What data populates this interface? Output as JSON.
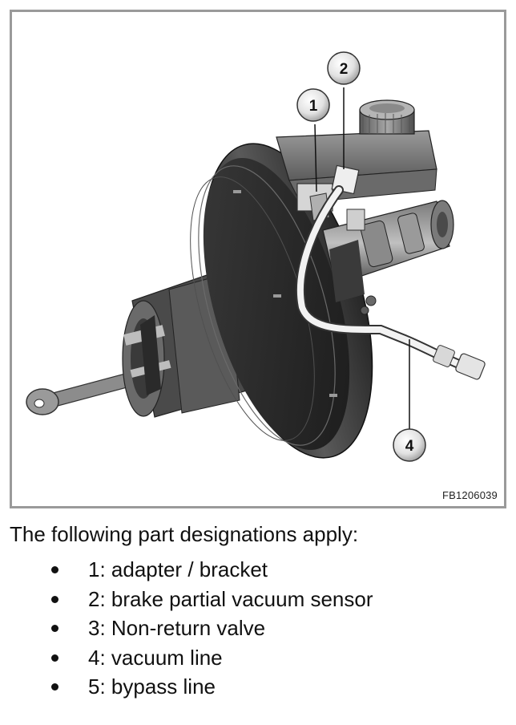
{
  "figure": {
    "code": "FB1206039",
    "callouts": [
      "1",
      "2",
      "4"
    ]
  },
  "intro": "The following part designations apply:",
  "parts": [
    "1: adapter / bracket",
    "2: brake partial vacuum sensor",
    "3: Non-return valve",
    "4: vacuum line",
    "5: bypass line"
  ]
}
